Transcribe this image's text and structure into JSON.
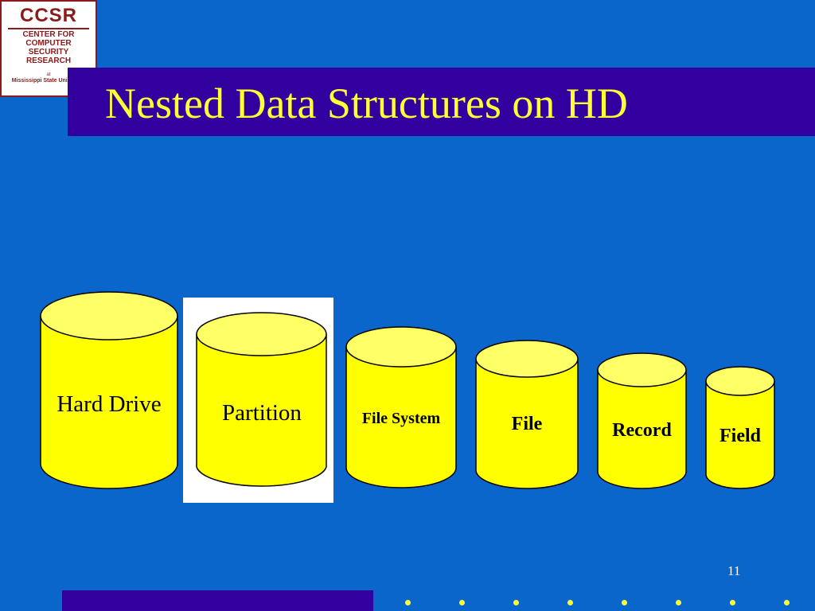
{
  "logo": {
    "acronym": "CCSR",
    "line1": "CENTER FOR",
    "line2": "COMPUTER",
    "line3": "SECURITY",
    "line4": "RESEARCH",
    "of": "at",
    "university": "Mississippi State University"
  },
  "slide": {
    "title": "Nested Data Structures on HD",
    "page_number": "11"
  },
  "cylinders": [
    {
      "label": "Hard Drive"
    },
    {
      "label": "Partition"
    },
    {
      "label": "File System"
    },
    {
      "label": "File"
    },
    {
      "label": "Record"
    },
    {
      "label": "Field"
    }
  ],
  "colors": {
    "background": "#0b66cc",
    "title_bar": "#3300a0",
    "title_text": "#ffff33",
    "cylinder_fill": "#ffff00",
    "highlight": "#ffffff",
    "footer_dot": "#ffff33"
  }
}
